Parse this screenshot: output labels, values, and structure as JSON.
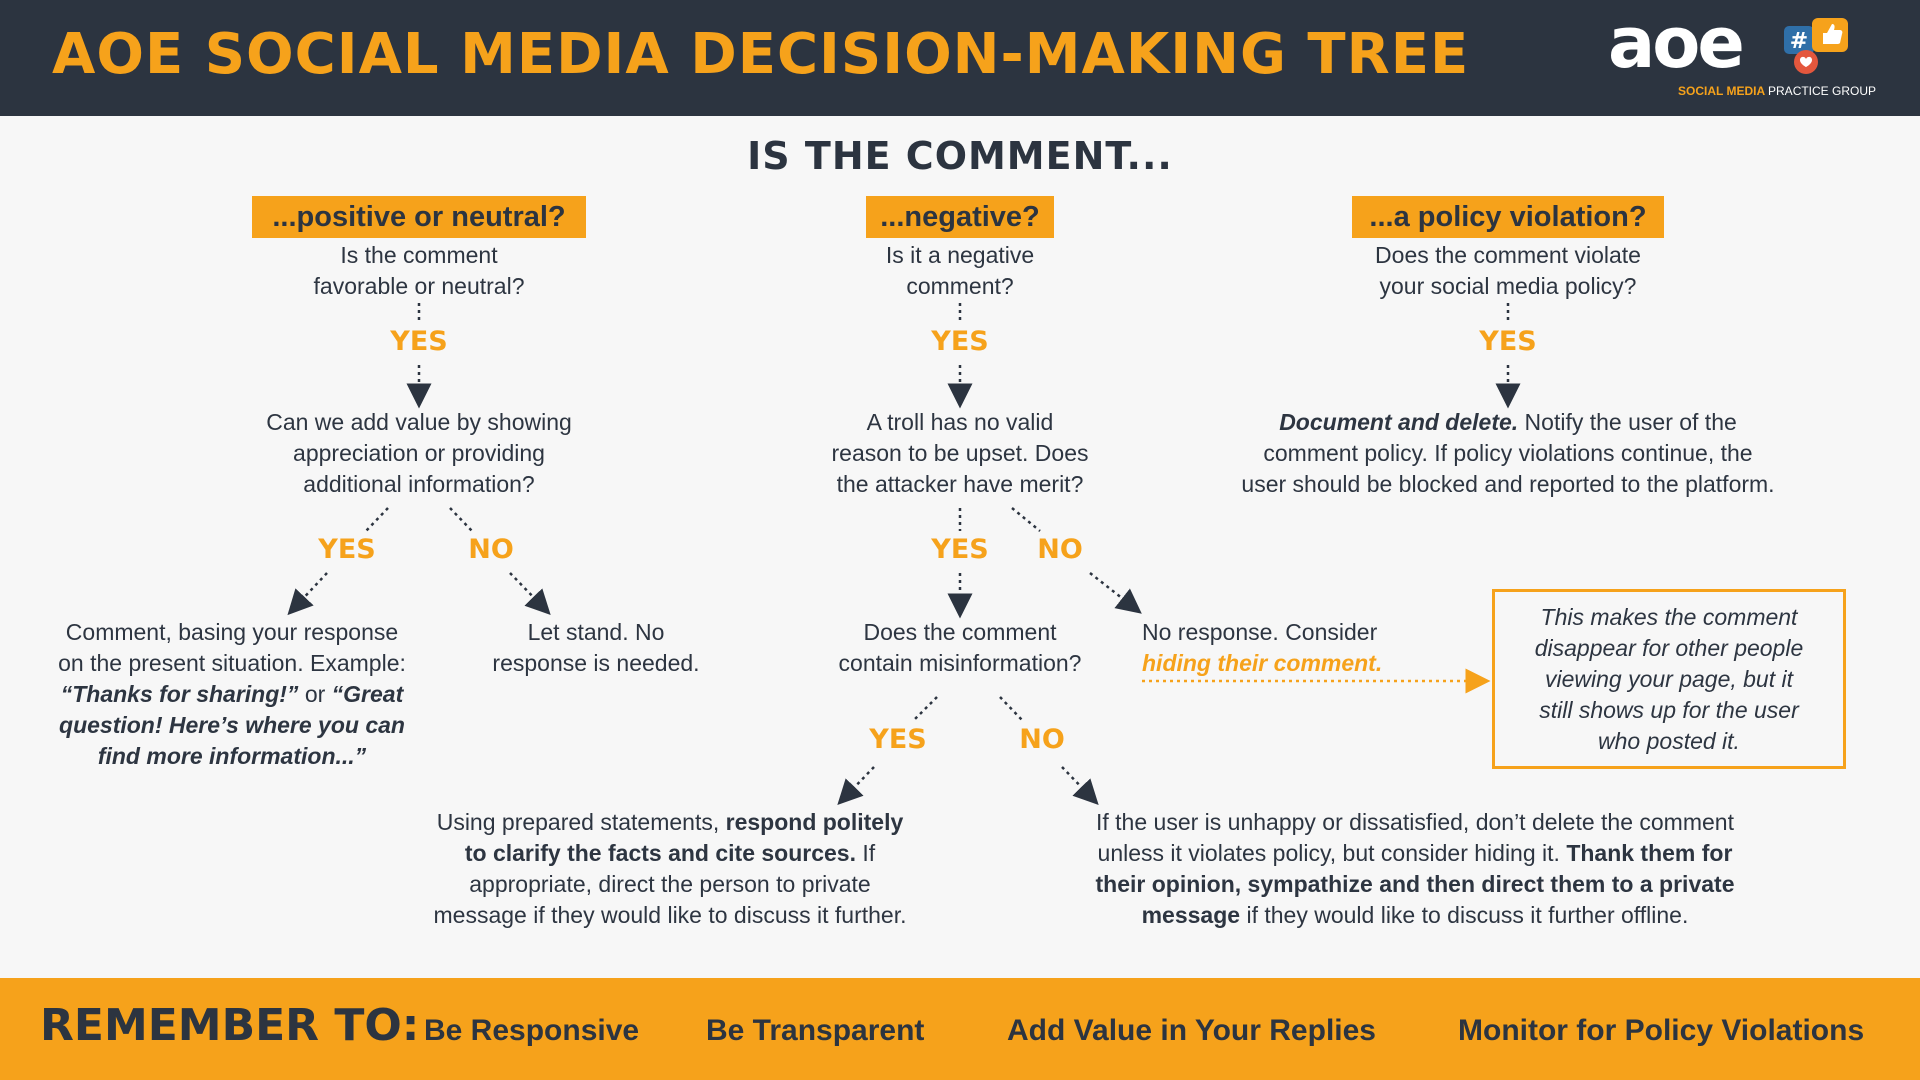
{
  "header": {
    "title": "AOE SOCIAL MEDIA DECISION-MAKING TREE",
    "logo_text": "aoe",
    "logo_sub_highlight": "SOCIAL MEDIA",
    "logo_sub_rest": "PRACTICE GROUP"
  },
  "question": "IS THE COMMENT...",
  "yes_label": "YES",
  "no_label": "NO",
  "positive": {
    "category": "...positive or neutral?",
    "q1_line1": "Is the comment",
    "q1_line2": "favorable or neutral?",
    "q2_line1": "Can we add value by showing",
    "q2_line2": "appreciation or providing",
    "q2_line3": "additional information?",
    "yes_line1": "Comment, basing your response",
    "yes_line2": "on the present situation. Example:",
    "yes_ex1": "“Thanks for sharing!”",
    "yes_or": " or ",
    "yes_ex2a": "“Great",
    "yes_ex2b": "question! Here’s where you can",
    "yes_ex2c": "find more information...”",
    "no_line1": "Let stand. No",
    "no_line2": "response is needed."
  },
  "negative": {
    "category": "...negative?",
    "q1_line1": "Is it a negative",
    "q1_line2": "comment?",
    "q2_line1": "A troll has no valid",
    "q2_line2": "reason to be upset. Does",
    "q2_line3": "the attacker have merit?",
    "q3_line1": "Does the comment",
    "q3_line2": "contain misinformation?",
    "no_line1": "No response. Consider",
    "no_highlight": "hiding their comment.",
    "callout_line1": "This makes the comment",
    "callout_line2": "disappear for other people",
    "callout_line3": "viewing your page, but it",
    "callout_line4": "still shows up for the user",
    "callout_line5": "who posted it.",
    "misinfo_line1a": "Using prepared statements, ",
    "misinfo_line1b": "respond politely",
    "misinfo_line2a": "to clarify the facts and cite sources.",
    "misinfo_line2b": " If",
    "misinfo_line3": "appropriate, direct the person to private",
    "misinfo_line4": "message if they would like to discuss it further.",
    "unhappy_line1": "If the user is unhappy or dissatisfied, don’t delete the comment",
    "unhappy_line2a": "unless it violates policy, but consider hiding it. ",
    "unhappy_line2b": "Thank them for",
    "unhappy_line3": "their opinion, sympathize and then direct them to a private",
    "unhappy_line4a": "message",
    "unhappy_line4b": " if they would like to discuss it further offline."
  },
  "policy": {
    "category": "...a policy violation?",
    "q1_line1": "Does the comment violate",
    "q1_line2": "your social media policy?",
    "ans_line1a": "Document and delete.",
    "ans_line1b": " Notify the user of the",
    "ans_line2": "comment policy. If policy violations continue, the",
    "ans_line3": "user should be blocked and reported to the platform."
  },
  "footer": {
    "label": "REMEMBER TO:",
    "items": [
      "Be Responsive",
      "Be Transparent",
      "Add Value in Your Replies",
      "Monitor for Policy Violations"
    ]
  },
  "colors": {
    "accent": "#f6a21b",
    "dark": "#2c3440",
    "background": "#f7f7f7"
  }
}
